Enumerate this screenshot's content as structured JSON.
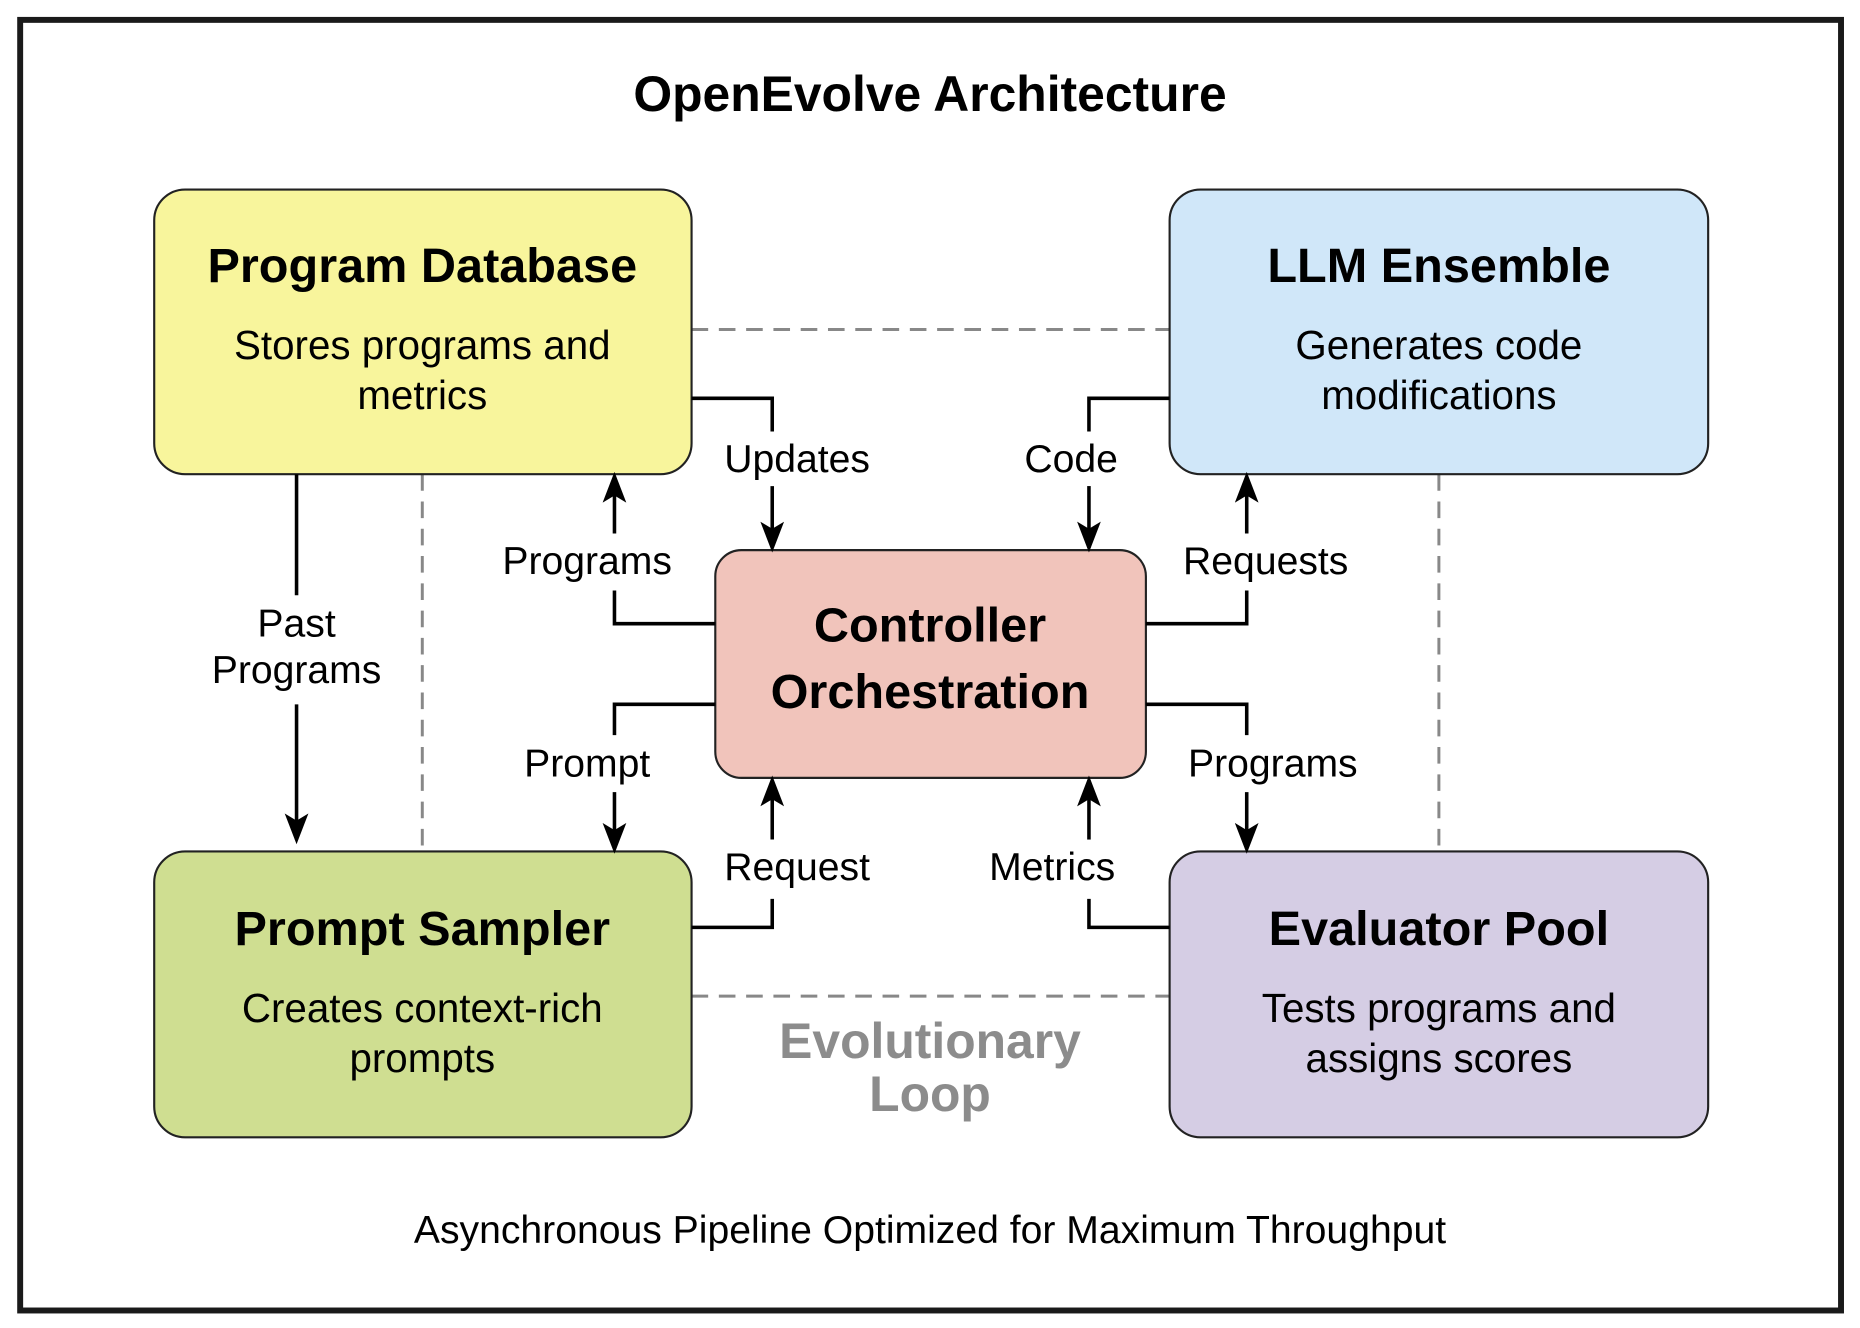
{
  "title": "OpenEvolve Architecture",
  "footer": "Asynchronous Pipeline Optimized for Maximum Throughput",
  "loop_label": [
    "Evolutionary",
    "Loop"
  ],
  "colors": {
    "program_database": "#f8f59c",
    "llm_ensemble": "#d0e7f9",
    "controller": "#f1c4bb",
    "prompt_sampler": "#cfde91",
    "evaluator_pool": "#d5cde4",
    "loop_text": "#8c8c8c",
    "dashed_line": "#888888"
  },
  "boxes": {
    "program_database": {
      "title": "Program Database",
      "desc": [
        "Stores programs and",
        "metrics"
      ]
    },
    "llm_ensemble": {
      "title": "LLM Ensemble",
      "desc": [
        "Generates code",
        "modifications"
      ]
    },
    "controller": {
      "title": [
        "Controller",
        "Orchestration"
      ]
    },
    "prompt_sampler": {
      "title": "Prompt Sampler",
      "desc": [
        "Creates context-rich",
        "prompts"
      ]
    },
    "evaluator_pool": {
      "title": "Evaluator Pool",
      "desc": [
        "Tests programs and",
        "assigns scores"
      ]
    }
  },
  "edges": {
    "db_to_controller": "Updates",
    "controller_to_db": "Programs",
    "llm_to_controller": "Code",
    "controller_to_llm": "Requests",
    "db_to_sampler": [
      "Past",
      "Programs"
    ],
    "controller_to_sampler": "Prompt",
    "sampler_to_controller": "Request",
    "controller_to_evaluator": "Programs",
    "evaluator_to_controller": "Metrics"
  }
}
